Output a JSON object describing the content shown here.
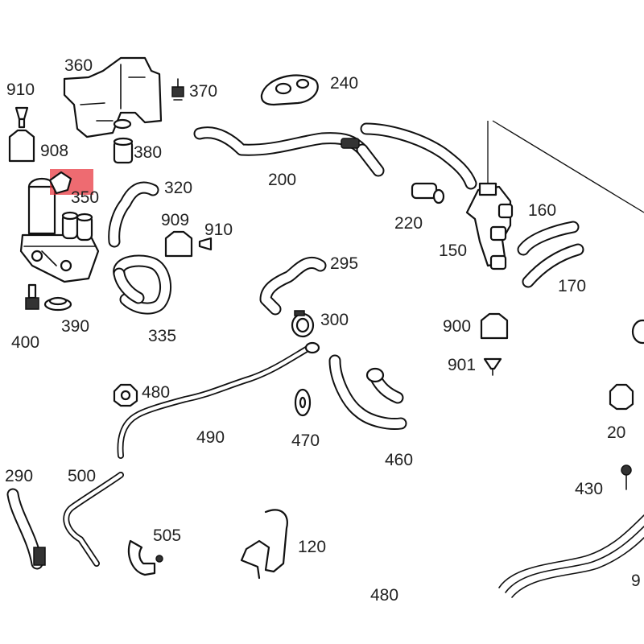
{
  "diagram": {
    "highlight_color": "#e8323a",
    "part_numbers": [
      "910",
      "360",
      "370",
      "240",
      "908",
      "380",
      "200",
      "350",
      "320",
      "220",
      "909",
      "910",
      "160",
      "150",
      "295",
      "170",
      "400",
      "390",
      "335",
      "300",
      "900",
      "901",
      "480",
      "490",
      "470",
      "460",
      "20",
      "290",
      "500",
      "430",
      "505",
      "120",
      "480",
      "9"
    ]
  }
}
